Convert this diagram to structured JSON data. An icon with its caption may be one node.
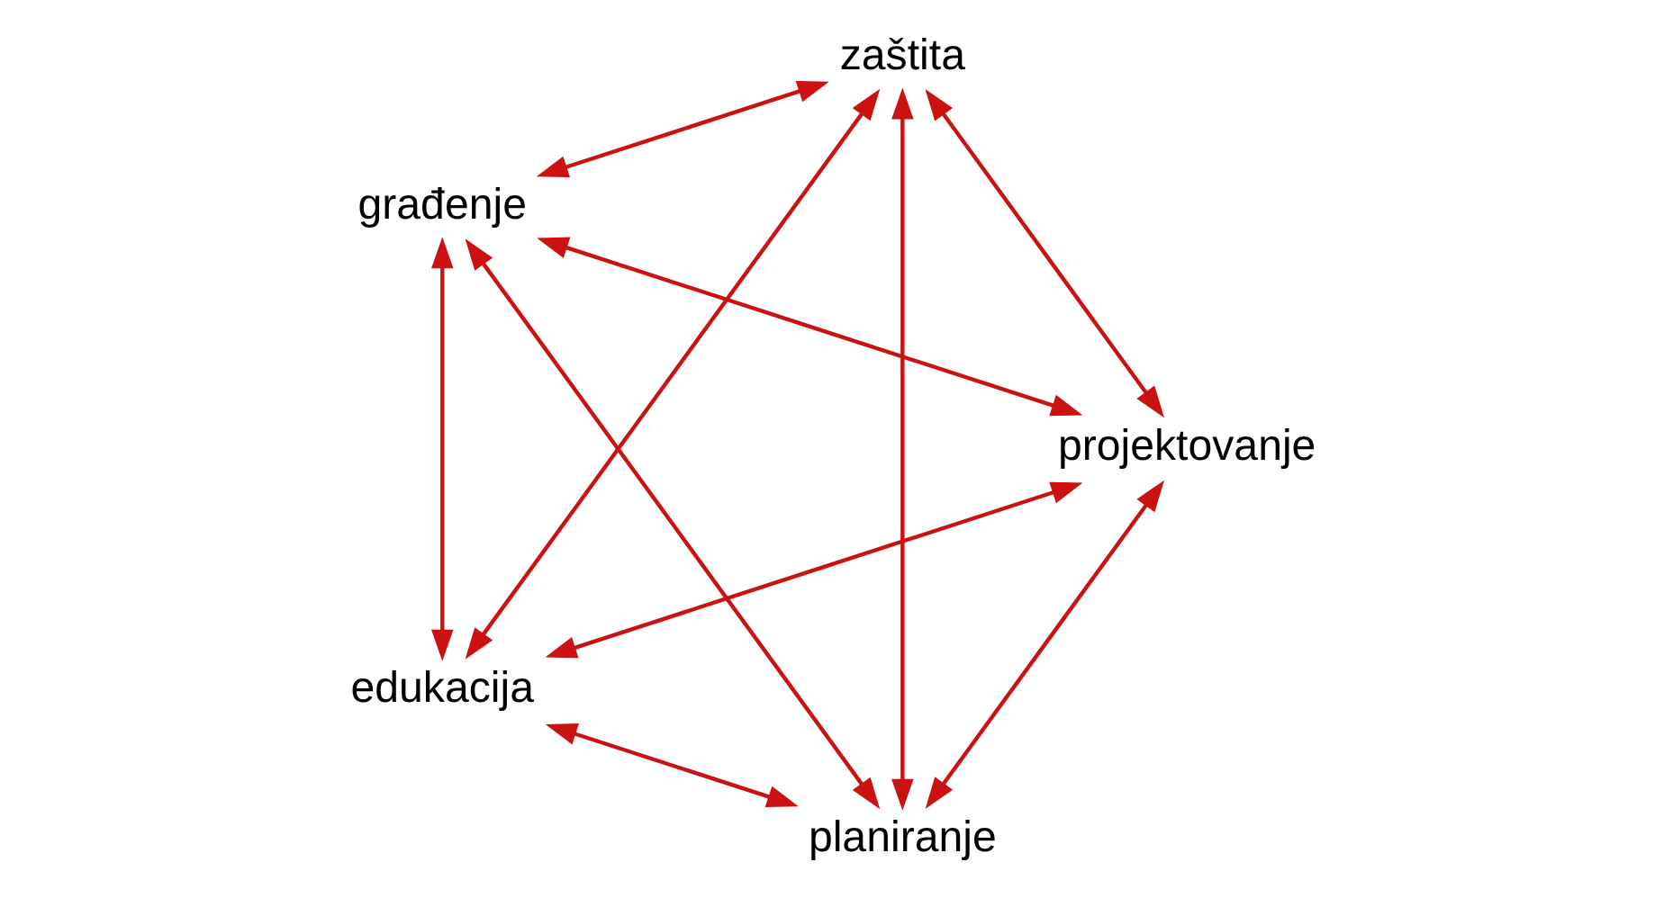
{
  "diagram": {
    "nodes": [
      {
        "text": [
          "planiranje"
        ]
      },
      {
        "text": [
          "projektovanje"
        ]
      },
      {
        "text": [
          "građenje"
        ]
      },
      {
        "text": [
          "zaštita"
        ]
      },
      {
        "text": [
          "edukacija"
        ]
      }
    ],
    "edges": [
      {
        "from": 0,
        "to": 1,
        "arrow": "both"
      },
      {
        "from": 0,
        "to": 2,
        "arrow": "both"
      },
      {
        "from": 0,
        "to": 3,
        "arrow": "both"
      },
      {
        "from": 0,
        "to": 4,
        "arrow": "both"
      },
      {
        "from": 1,
        "to": 2,
        "arrow": "both"
      },
      {
        "from": 1,
        "to": 3,
        "arrow": "both"
      },
      {
        "from": 1,
        "to": 4,
        "arrow": "both"
      },
      {
        "from": 2,
        "to": 3,
        "arrow": "both"
      },
      {
        "from": 2,
        "to": 4,
        "arrow": "both"
      },
      {
        "from": 3,
        "to": 4,
        "arrow": "both"
      }
    ]
  }
}
